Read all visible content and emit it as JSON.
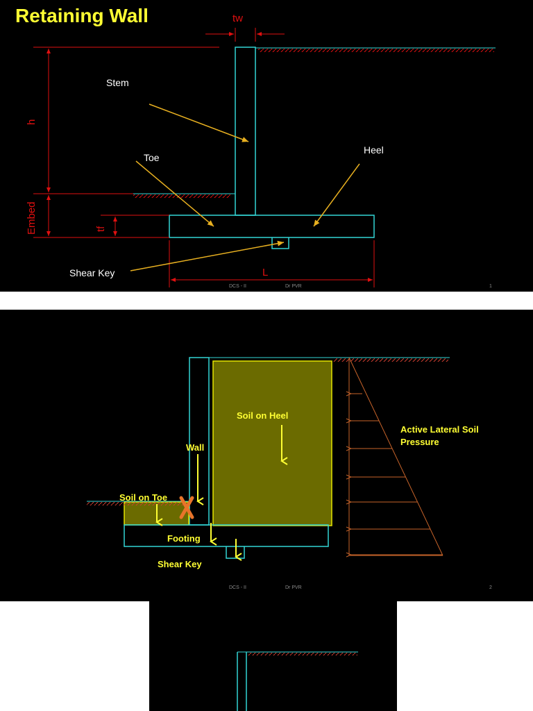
{
  "slide1": {
    "title": "Retaining Wall",
    "labels": {
      "tw": "tw",
      "h": "h",
      "embed": "Embed",
      "tf": "tf",
      "L": "L",
      "stem": "Stem",
      "toe": "Toe",
      "heel": "Heel",
      "shear_key": "Shear Key"
    },
    "footer": {
      "course": "DCS - II",
      "author": "Dr PVR",
      "page": "1"
    }
  },
  "slide2": {
    "labels": {
      "soil_on_heel": "Soil on Heel",
      "active_pressure_line1": "Active Lateral Soil",
      "active_pressure_line2": "Pressure",
      "wall": "Wall",
      "soil_on_toe": "Soil on Toe",
      "footing": "Footing",
      "shear_key": "Shear Key"
    },
    "footer": {
      "course": "DCS - II",
      "author": "Dr PVR",
      "page": "2"
    }
  },
  "colors": {
    "background": "#000000",
    "concrete_outline": "#33d6d6",
    "dimension": "#e01010",
    "title": "#ffff33",
    "label": "#ffffff",
    "pointer": "#e8b020",
    "soil_fill": "#6b6b00",
    "soil_outline": "#e6e600",
    "force_arrow": "#ffff33",
    "pressure": "#c8642a",
    "cross_mark": "#e8742a"
  }
}
